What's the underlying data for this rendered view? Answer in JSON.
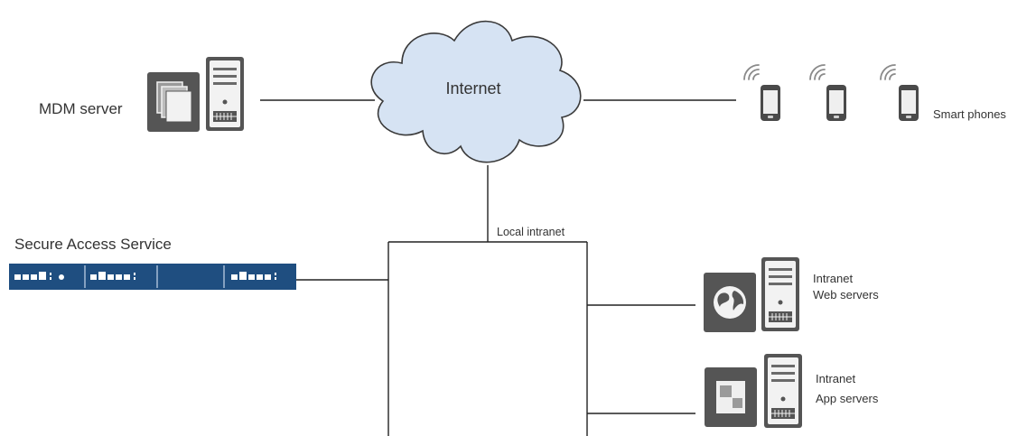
{
  "labels": {
    "internet": "Internet",
    "mdm_server": "MDM server",
    "smart_phones": "Smart phones",
    "local_intranet": "Local intranet",
    "secure_access_service": "Secure Access Service",
    "web_servers_line1": "Intranet",
    "web_servers_line2": "Web servers",
    "app_servers_line1": "Intranet",
    "app_servers_line2": "App servers"
  },
  "colors": {
    "cloud_fill": "#d6e3f3",
    "cloud_stroke": "#3a3a3a",
    "line": "#222222",
    "device_dark": "#555555",
    "device_light": "#f2f2f2",
    "appliance_blue": "#1f4e80",
    "text": "#333333"
  },
  "icons": {
    "mdm": [
      "stacked-documents-icon",
      "server-tower-icon"
    ],
    "phones": [
      "smartphone-icon",
      "smartphone-icon",
      "smartphone-icon"
    ],
    "wifi": "wireless-signal-icon",
    "appliance": "rack-appliance-icon",
    "web": [
      "globe-icon",
      "server-tower-icon"
    ],
    "app": [
      "application-icon",
      "server-tower-icon"
    ]
  }
}
